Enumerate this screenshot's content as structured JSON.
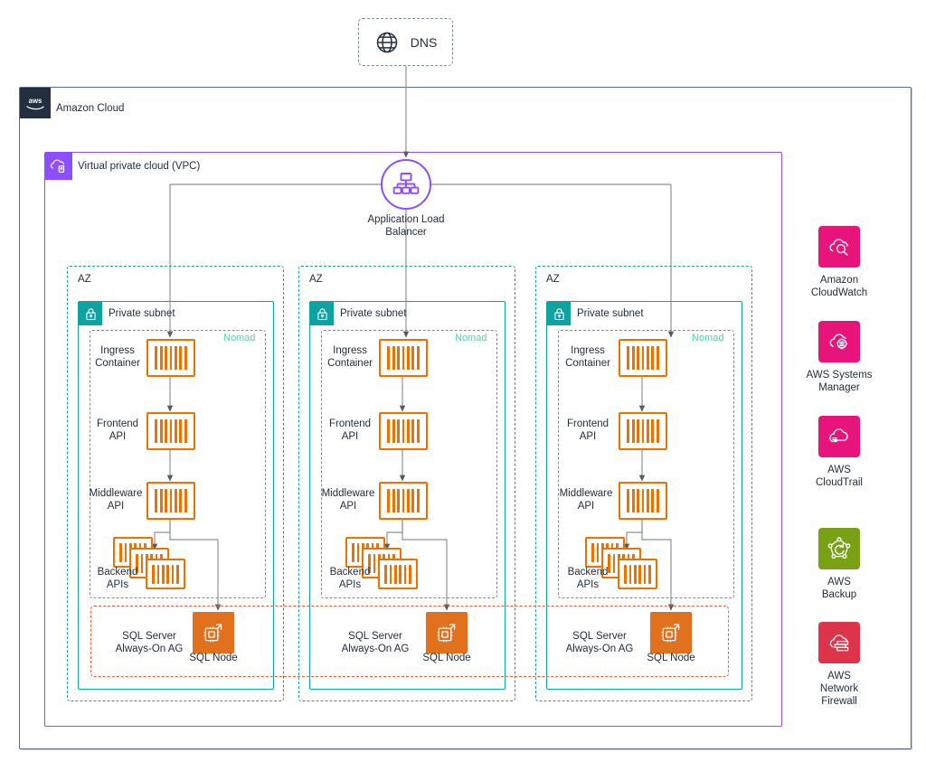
{
  "diagram": {
    "title": "AWS multi-AZ Nomad + SQL Server Always-On architecture",
    "colors": {
      "aws_navy": "#232f3e",
      "vpc_purple": "#8c4fff",
      "az_teal": "#1f9e9e",
      "subnet_teal": "#10a1a1",
      "container_orange": "#ed7100",
      "sql_orange": "#e2711d",
      "sql_boundary_orange": "#e8613c",
      "nomad_green": "#43d9ad",
      "service_pink": "#e7157b",
      "service_green": "#7aa116",
      "service_red": "#dd344c",
      "connector_gray": "#879196"
    },
    "dns": {
      "label": "DNS",
      "icon": "globe-icon"
    },
    "cloud": {
      "label": "Amazon Cloud",
      "icon": "aws-logo-icon"
    },
    "vpc": {
      "label": "Virtual private cloud (VPC)",
      "icon": "vpc-icon"
    },
    "alb": {
      "label": "Application Load\nBalancer",
      "icon": "application-load-balancer-icon"
    },
    "availability_zones": [
      {
        "name": "AZ",
        "subnet": {
          "label": "Private subnet",
          "icon": "private-subnet-lock-icon"
        },
        "nomad": {
          "label": "Nomad"
        },
        "nodes": [
          {
            "id": "ingress",
            "label": "Ingress\nContainer",
            "icon": "container-icon"
          },
          {
            "id": "frontend",
            "label": "Frontend\nAPI",
            "icon": "container-icon"
          },
          {
            "id": "middleware",
            "label": "Middleware\nAPI",
            "icon": "container-icon"
          },
          {
            "id": "backend",
            "label": "Backend\nAPIs",
            "icon": "container-stack-icon"
          }
        ],
        "sql": {
          "group_label": "SQL Server\nAlways-On AG",
          "node_label": "SQL Node",
          "icon": "sql-node-icon"
        }
      },
      {
        "name": "AZ",
        "subnet": {
          "label": "Private subnet",
          "icon": "private-subnet-lock-icon"
        },
        "nomad": {
          "label": "Nomad"
        },
        "nodes": [
          {
            "id": "ingress",
            "label": "Ingress\nContainer",
            "icon": "container-icon"
          },
          {
            "id": "frontend",
            "label": "Frontend\nAPI",
            "icon": "container-icon"
          },
          {
            "id": "middleware",
            "label": "Middleware\nAPI",
            "icon": "container-icon"
          },
          {
            "id": "backend",
            "label": "Backend\nAPIs",
            "icon": "container-stack-icon"
          }
        ],
        "sql": {
          "group_label": "SQL Server\nAlways-On AG",
          "node_label": "SQL Node",
          "icon": "sql-node-icon"
        }
      },
      {
        "name": "AZ",
        "subnet": {
          "label": "Private subnet",
          "icon": "private-subnet-lock-icon"
        },
        "nomad": {
          "label": "Nomad"
        },
        "nodes": [
          {
            "id": "ingress",
            "label": "Ingress\nContainer",
            "icon": "container-icon"
          },
          {
            "id": "frontend",
            "label": "Frontend\nAPI",
            "icon": "container-icon"
          },
          {
            "id": "middleware",
            "label": "Middleware\nAPI",
            "icon": "container-icon"
          },
          {
            "id": "backend",
            "label": "Backend\nAPIs",
            "icon": "container-stack-icon"
          }
        ],
        "sql": {
          "group_label": "SQL Server\nAlways-On AG",
          "node_label": "SQL Node",
          "icon": "sql-node-icon"
        }
      }
    ],
    "services": [
      {
        "id": "cloudwatch",
        "label": "Amazon\nCloudWatch",
        "icon": "amazon-cloudwatch-icon",
        "color": "#e7157b"
      },
      {
        "id": "ssm",
        "label": "AWS Systems\nManager",
        "icon": "aws-systems-manager-icon",
        "color": "#e7157b"
      },
      {
        "id": "cloudtrail",
        "label": "AWS\nCloudTrail",
        "icon": "aws-cloudtrail-icon",
        "color": "#e7157b"
      },
      {
        "id": "backup",
        "label": "AWS\nBackup",
        "icon": "aws-backup-icon",
        "color": "#7aa116"
      },
      {
        "id": "netfirewall",
        "label": "AWS\nNetwork\nFirewall",
        "icon": "aws-network-firewall-icon",
        "color": "#dd344c"
      }
    ]
  }
}
